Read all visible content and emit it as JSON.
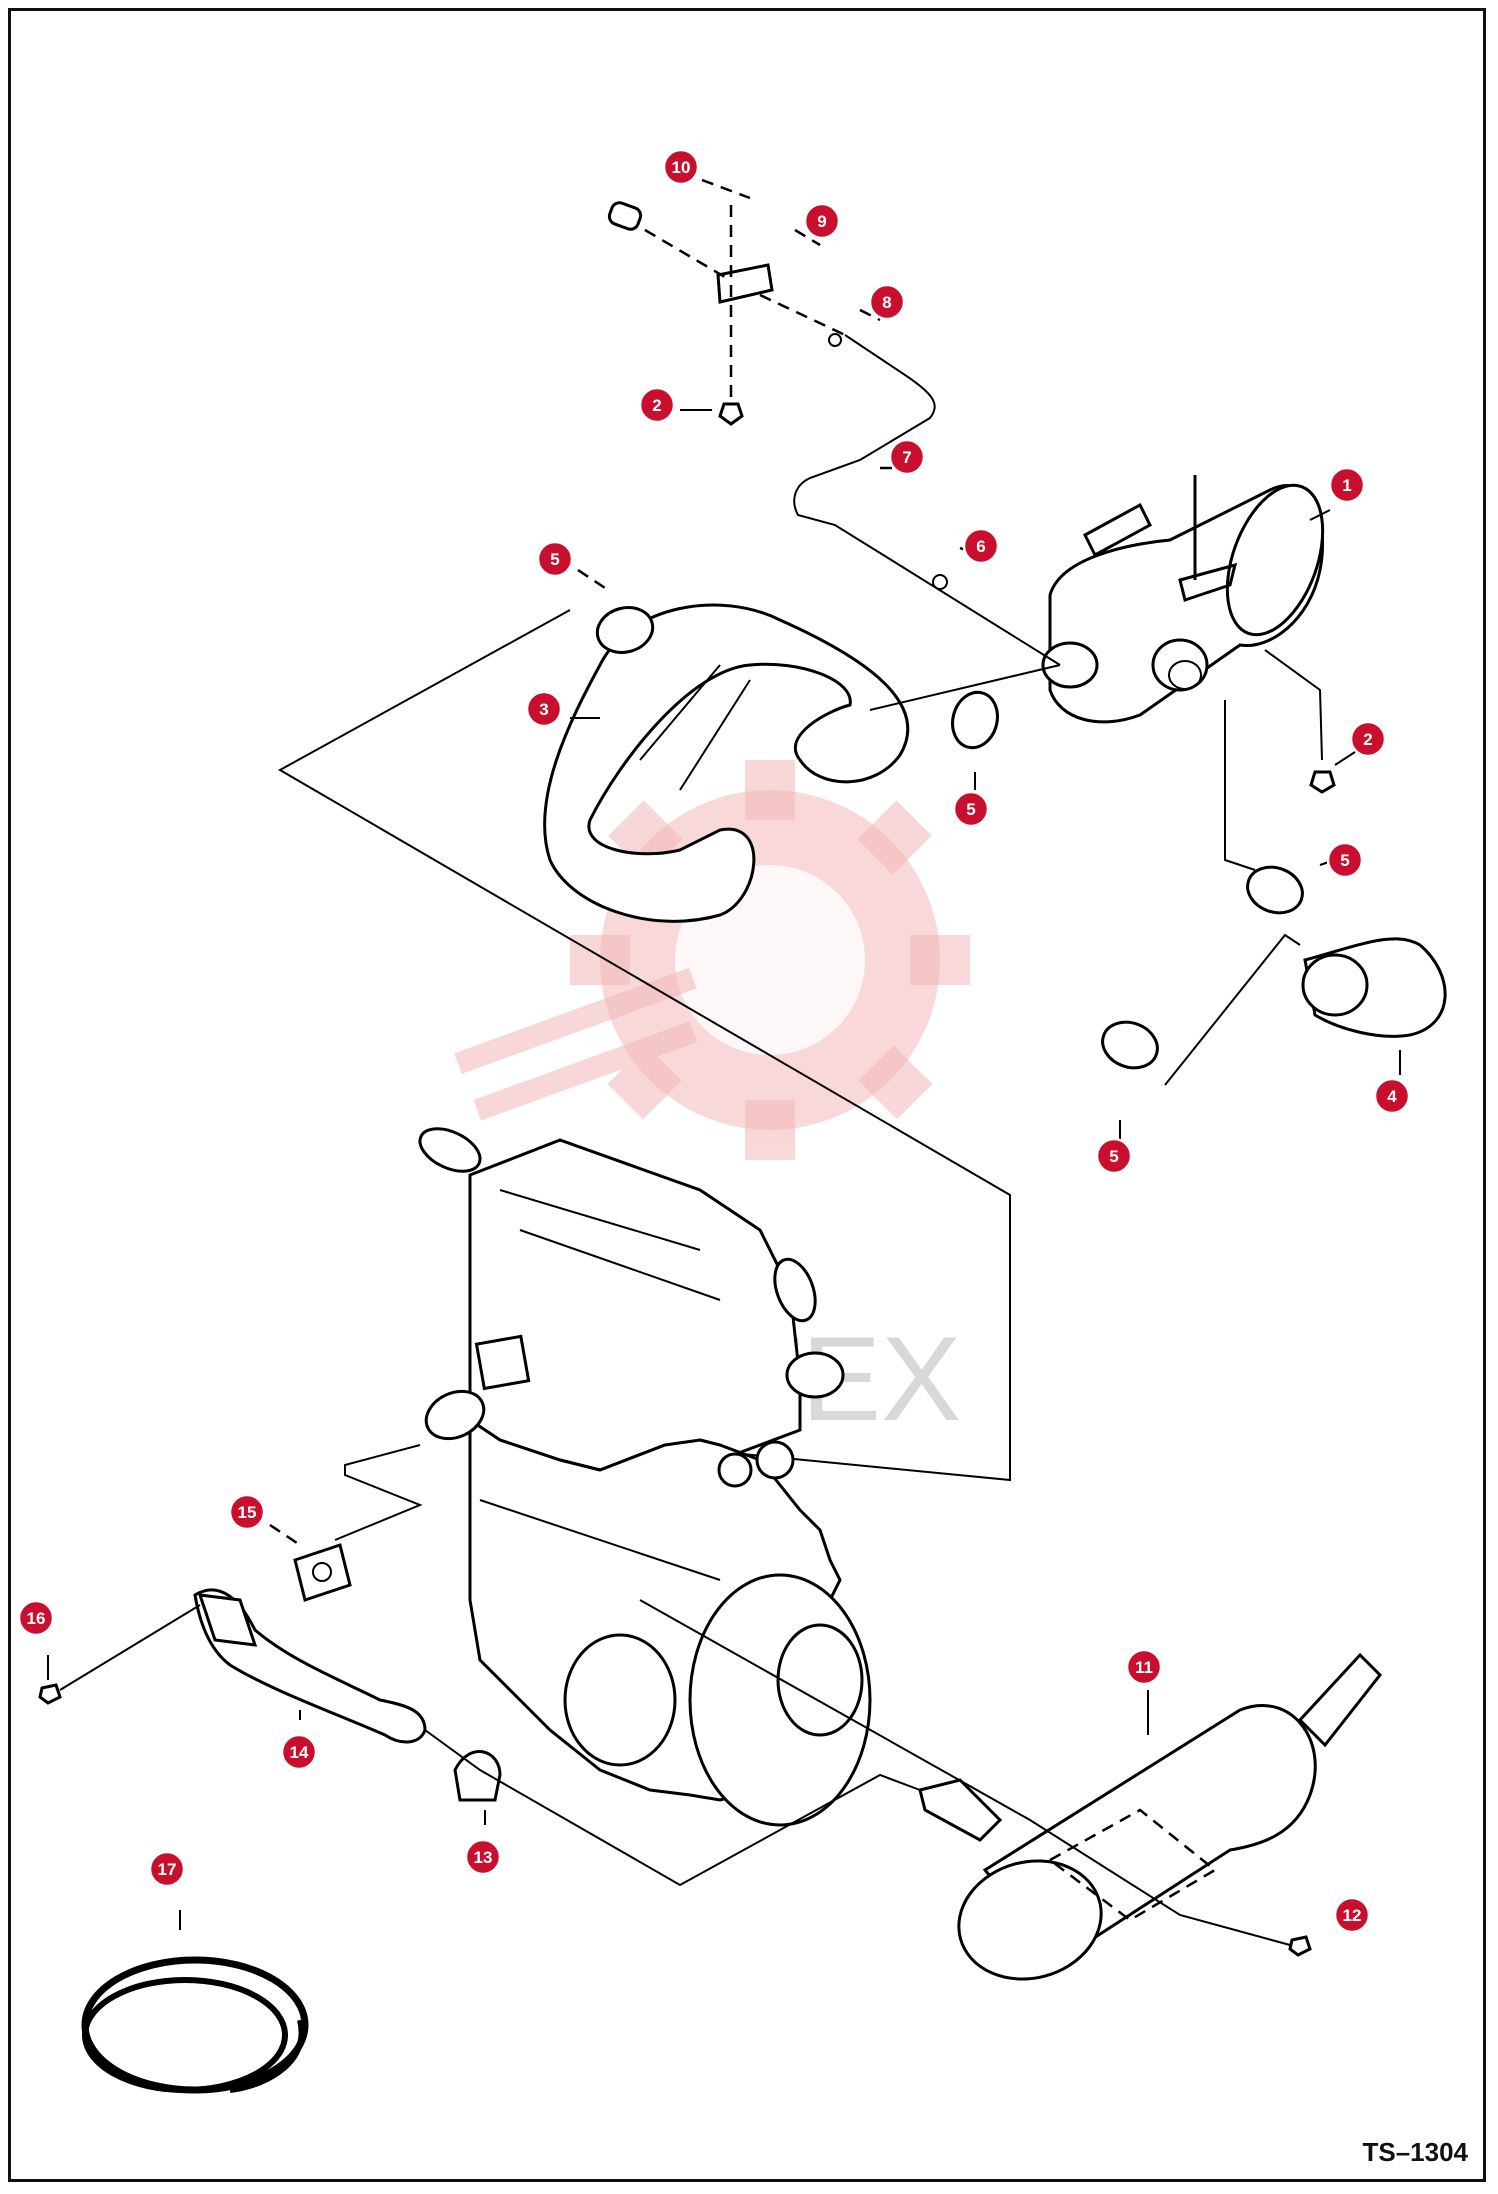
{
  "diagram": {
    "sheet_code": "TS–1304",
    "watermark_text": "ИНТЕХ",
    "accent_color": "#c8102e",
    "callouts": [
      {
        "id": "c10",
        "label": "10"
      },
      {
        "id": "c9",
        "label": "9"
      },
      {
        "id": "c8",
        "label": "8"
      },
      {
        "id": "c2a",
        "label": "2"
      },
      {
        "id": "c7",
        "label": "7"
      },
      {
        "id": "c1",
        "label": "1"
      },
      {
        "id": "c6",
        "label": "6"
      },
      {
        "id": "c5a",
        "label": "5"
      },
      {
        "id": "c3",
        "label": "3"
      },
      {
        "id": "c5b",
        "label": "5"
      },
      {
        "id": "c2b",
        "label": "2"
      },
      {
        "id": "c5c",
        "label": "5"
      },
      {
        "id": "c4",
        "label": "4"
      },
      {
        "id": "c5d",
        "label": "5"
      },
      {
        "id": "c15",
        "label": "15"
      },
      {
        "id": "c16",
        "label": "16"
      },
      {
        "id": "c14",
        "label": "14"
      },
      {
        "id": "c11",
        "label": "11"
      },
      {
        "id": "c13",
        "label": "13"
      },
      {
        "id": "c17",
        "label": "17"
      },
      {
        "id": "c12",
        "label": "12"
      }
    ]
  }
}
